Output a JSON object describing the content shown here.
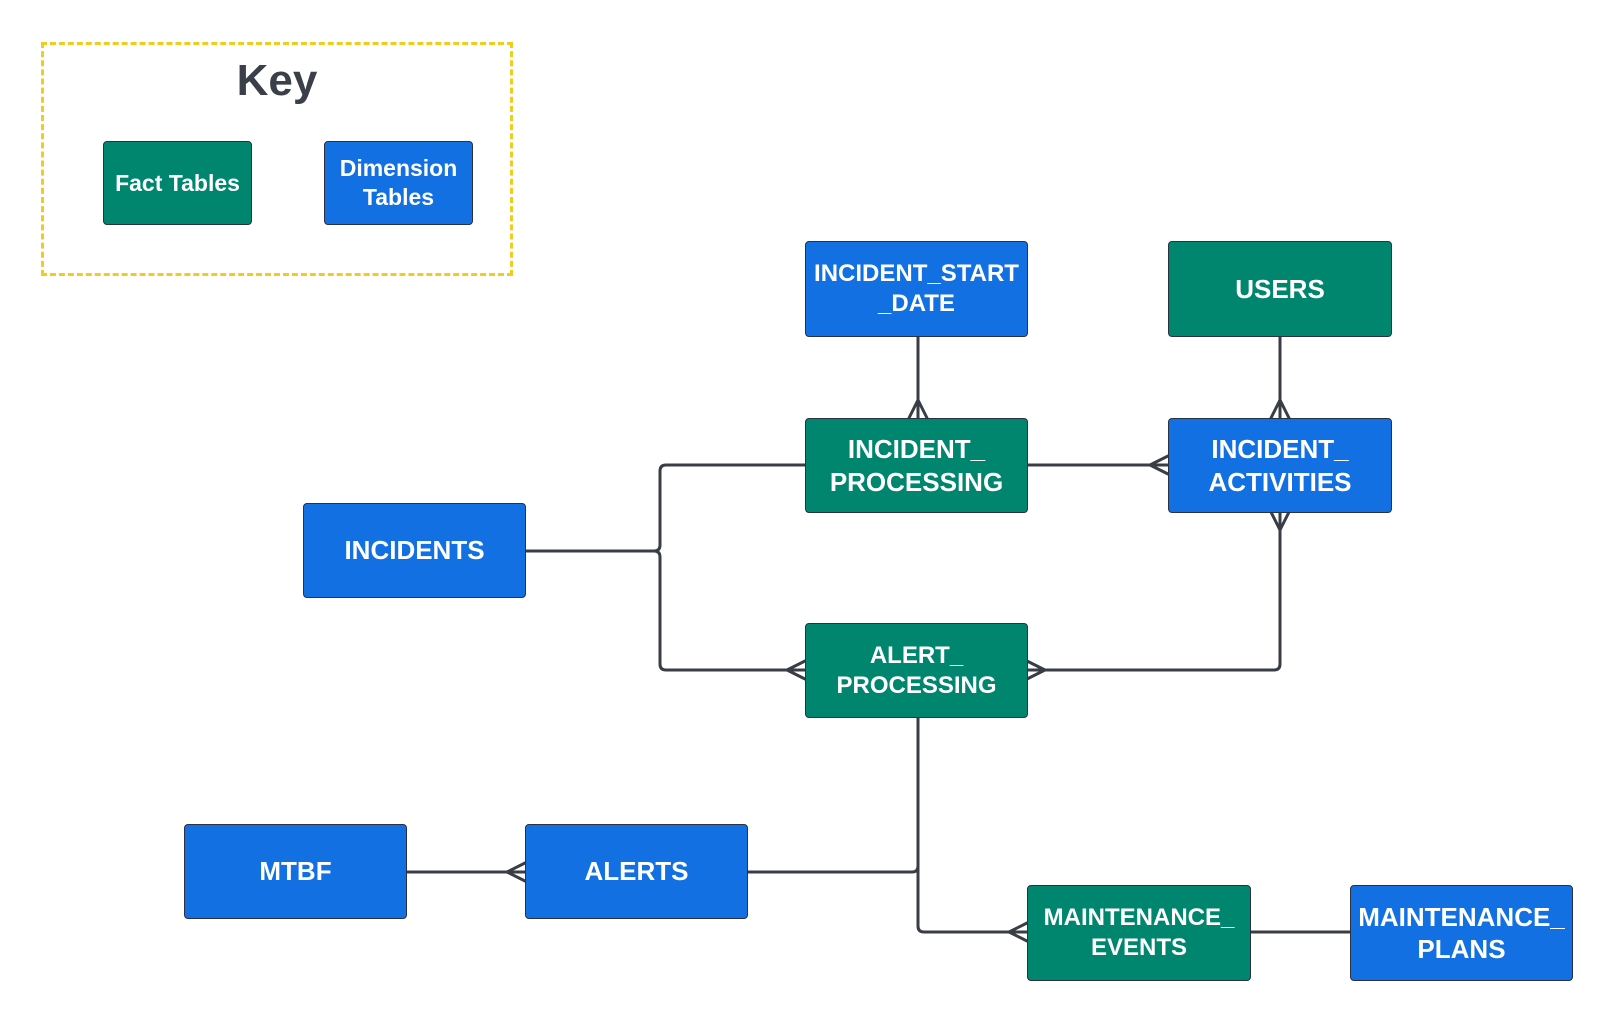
{
  "colors": {
    "fact": "#00866f",
    "dimension": "#1270e2",
    "key_border": "#f2cc1c",
    "line": "#383d46"
  },
  "key": {
    "title": "Key",
    "fact_label": "Fact Tables",
    "dimension_label": "Dimension\nTables"
  },
  "tables": {
    "incident_start_date": {
      "label": "INCIDENT_START\n_DATE",
      "kind": "dimension"
    },
    "users": {
      "label": "USERS",
      "kind": "fact"
    },
    "incident_processing": {
      "label": "INCIDENT_\nPROCESSING",
      "kind": "fact"
    },
    "incident_activities": {
      "label": "INCIDENT_\nACTIVITIES",
      "kind": "dimension"
    },
    "incidents": {
      "label": "INCIDENTS",
      "kind": "dimension"
    },
    "alert_processing": {
      "label": "ALERT_\nPROCESSING",
      "kind": "fact"
    },
    "mtbf": {
      "label": "MTBF",
      "kind": "dimension"
    },
    "alerts": {
      "label": "ALERTS",
      "kind": "dimension"
    },
    "maintenance_events": {
      "label": "MAINTENANCE_\nEVENTS",
      "kind": "fact"
    },
    "maintenance_plans": {
      "label": "MAINTENANCE_\nPLANS",
      "kind": "dimension"
    }
  },
  "relationships": [
    {
      "from": "incident_start_date",
      "to": "incident_processing",
      "to_end": "many"
    },
    {
      "from": "users",
      "to": "incident_activities",
      "to_end": "many"
    },
    {
      "from": "incident_processing",
      "to": "incident_activities",
      "to_end": "many"
    },
    {
      "from": "incidents",
      "to": "incident_processing",
      "to_end": "one"
    },
    {
      "from": "incidents",
      "to": "alert_processing",
      "to_end": "many"
    },
    {
      "from": "incident_activities",
      "to": "alert_processing",
      "from_end": "many",
      "to_end": "many"
    },
    {
      "from": "alert_processing",
      "to": "alerts",
      "to_end": "one"
    },
    {
      "from": "alert_processing",
      "to": "maintenance_events",
      "to_end": "many"
    },
    {
      "from": "mtbf",
      "to": "alerts",
      "to_end": "many"
    },
    {
      "from": "maintenance_events",
      "to": "maintenance_plans",
      "to_end": "one"
    }
  ]
}
